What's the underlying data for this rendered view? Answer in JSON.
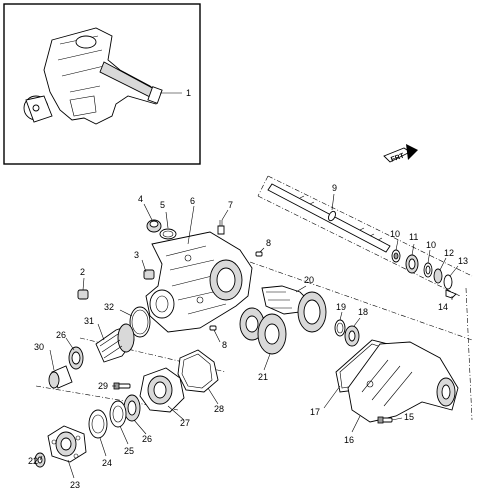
{
  "callouts": {
    "c1": "1",
    "c2": "2",
    "c3": "3",
    "c4": "4",
    "c5": "5",
    "c6": "6",
    "c7": "7",
    "c8a": "8",
    "c8b": "8",
    "c9": "9",
    "c10a": "10",
    "c10b": "10",
    "c11": "11",
    "c12": "12",
    "c13": "13",
    "c14": "14",
    "c15": "15",
    "c16": "16",
    "c17": "17",
    "c18": "18",
    "c19": "19",
    "c20": "20",
    "c21": "21",
    "c22": "22",
    "c23": "23",
    "c24": "24",
    "c25": "25",
    "c26a": "26",
    "c26b": "26",
    "c27": "27",
    "c28": "28",
    "c29": "29",
    "c30": "30",
    "c31": "31",
    "c32": "32"
  },
  "front_marker": "FRT",
  "icons": {
    "front_arrow": "arrow-right-icon"
  }
}
